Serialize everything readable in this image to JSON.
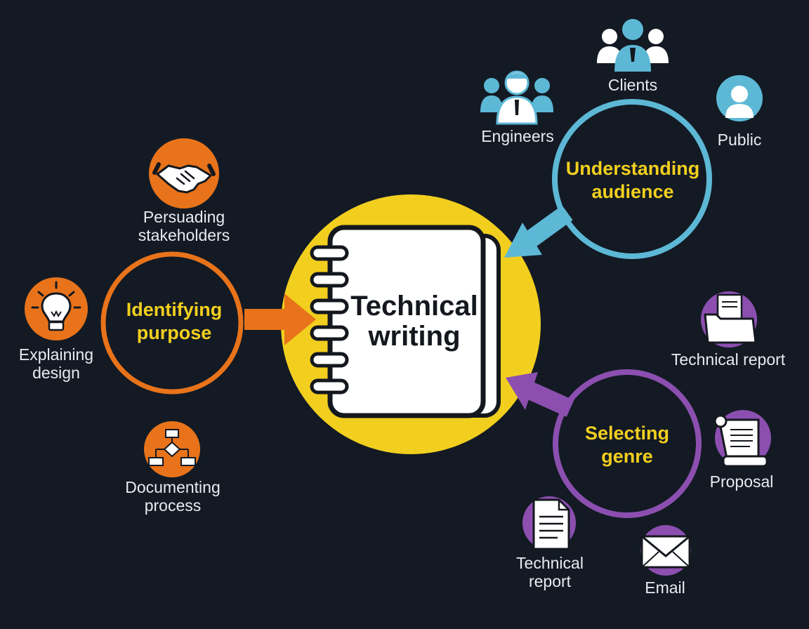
{
  "center": {
    "line1": "Technical",
    "line2": "writing"
  },
  "hubs": {
    "purpose": {
      "line1": "Identifying",
      "line2": "purpose",
      "color": "#e8731a"
    },
    "audience": {
      "line1": "Understanding",
      "line2": "audience",
      "color": "#5db8d6"
    },
    "genre": {
      "line1": "Selecting",
      "line2": "genre",
      "color": "#8c4fb0"
    }
  },
  "purpose_items": {
    "persuading": {
      "line1": "Persuading",
      "line2": "stakeholders",
      "icon": "handshake-icon"
    },
    "explaining": {
      "line1": "Explaining",
      "line2": "design",
      "icon": "lightbulb-icon"
    },
    "documenting": {
      "line1": "Documenting",
      "line2": "process",
      "icon": "flowchart-icon"
    }
  },
  "audience_items": {
    "clients": {
      "label": "Clients",
      "icon": "people-group-icon"
    },
    "engineers": {
      "label": "Engineers",
      "icon": "engineers-icon"
    },
    "public": {
      "label": "Public",
      "icon": "person-icon"
    }
  },
  "genre_items": {
    "report_top": {
      "label": "Technical report",
      "icon": "folder-icon"
    },
    "proposal": {
      "label": "Proposal",
      "icon": "scroll-icon"
    },
    "email": {
      "label": "Email",
      "icon": "envelope-icon"
    },
    "report_bottom": {
      "line1": "Technical",
      "line2": "report",
      "icon": "document-icon"
    }
  },
  "colors": {
    "background": "#131a24",
    "center_circle": "#f2cf1f",
    "hub_text": "#f2cf1f"
  }
}
